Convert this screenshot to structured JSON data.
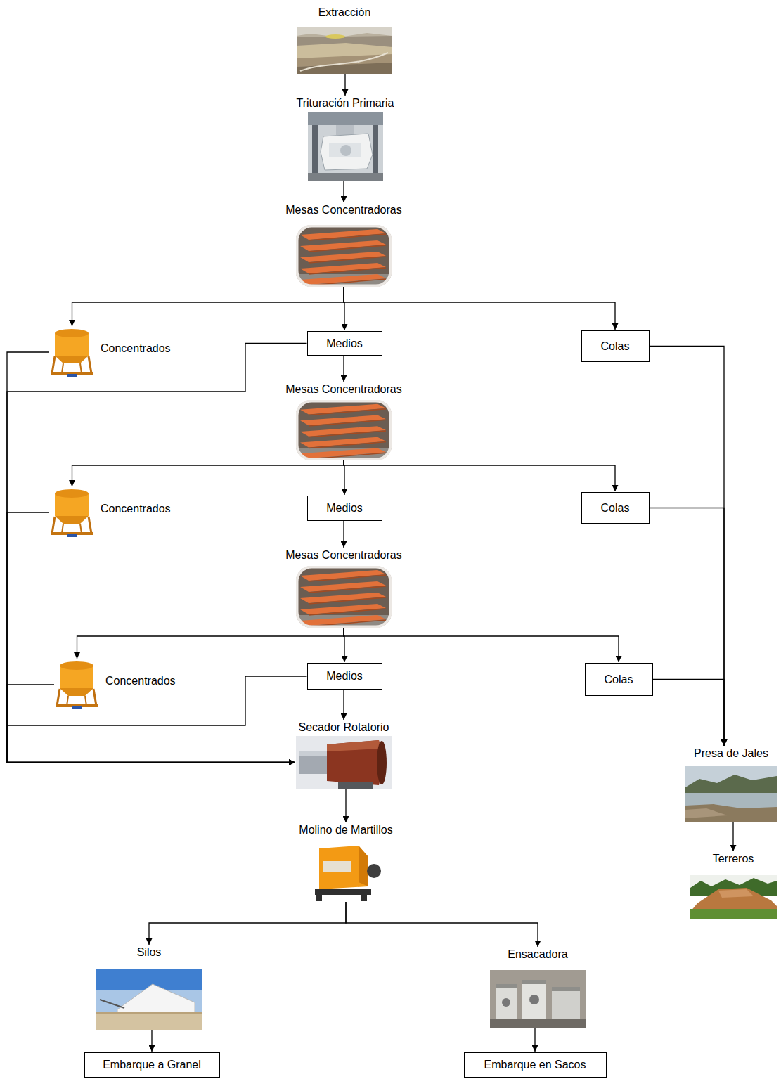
{
  "diagram": {
    "nodes": [
      {
        "text": [
          "Extracción"
        ]
      },
      {
        "text": [
          "Trituración Primaria"
        ]
      },
      {
        "text": [
          "Mesas Concentradoras"
        ]
      },
      {
        "text": [
          "Concentrados"
        ]
      },
      {
        "text": [
          "Medios"
        ]
      },
      {
        "text": [
          "Colas"
        ]
      },
      {
        "text": [
          "Mesas Concentradoras"
        ]
      },
      {
        "text": [
          "Concentrados"
        ]
      },
      {
        "text": [
          "Medios"
        ]
      },
      {
        "text": [
          "Colas"
        ]
      },
      {
        "text": [
          "Mesas Concentradoras"
        ]
      },
      {
        "text": [
          "Concentrados"
        ]
      },
      {
        "text": [
          "Medios"
        ]
      },
      {
        "text": [
          "Colas"
        ]
      },
      {
        "text": [
          "Secador Rotatorio"
        ]
      },
      {
        "text": [
          "Presa de Jales"
        ]
      },
      {
        "text": [
          "Molino de Martillos"
        ]
      },
      {
        "text": [
          "Terreros"
        ]
      },
      {
        "text": [
          "Silos"
        ]
      },
      {
        "text": [
          "Ensacadora"
        ]
      },
      {
        "text": [
          "Embarque a Granel"
        ]
      },
      {
        "text": [
          "Embarque en Sacos"
        ]
      }
    ],
    "edges": [
      {
        "from": 0,
        "to": 1,
        "arrow": "to"
      },
      {
        "from": 1,
        "to": 2,
        "arrow": "to"
      },
      {
        "from": 2,
        "to": 3,
        "arrow": "to"
      },
      {
        "from": 2,
        "to": 4,
        "arrow": "to"
      },
      {
        "from": 2,
        "to": 5,
        "arrow": "to"
      },
      {
        "from": 4,
        "to": 6,
        "arrow": "to"
      },
      {
        "from": 6,
        "to": 7,
        "arrow": "to"
      },
      {
        "from": 6,
        "to": 8,
        "arrow": "to"
      },
      {
        "from": 6,
        "to": 9,
        "arrow": "to"
      },
      {
        "from": 8,
        "to": 10,
        "arrow": "to"
      },
      {
        "from": 10,
        "to": 11,
        "arrow": "to"
      },
      {
        "from": 10,
        "to": 12,
        "arrow": "to"
      },
      {
        "from": 10,
        "to": 13,
        "arrow": "to"
      },
      {
        "from": 12,
        "to": 14,
        "arrow": "to"
      },
      {
        "from": 3,
        "to": 14,
        "arrow": "to"
      },
      {
        "from": 4,
        "to": 14,
        "arrow": "to"
      },
      {
        "from": 7,
        "to": 14,
        "arrow": "to"
      },
      {
        "from": 11,
        "to": 14,
        "arrow": "to"
      },
      {
        "from": 5,
        "to": 15,
        "arrow": "to"
      },
      {
        "from": 9,
        "to": 15,
        "arrow": "to"
      },
      {
        "from": 13,
        "to": 15,
        "arrow": "to"
      },
      {
        "from": 14,
        "to": 16,
        "arrow": "to"
      },
      {
        "from": 15,
        "to": 17,
        "arrow": "to"
      },
      {
        "from": 16,
        "to": 18,
        "arrow": "to"
      },
      {
        "from": 16,
        "to": 19,
        "arrow": "to"
      },
      {
        "from": 18,
        "to": 20,
        "arrow": "to"
      },
      {
        "from": 19,
        "to": 21,
        "arrow": "to"
      }
    ]
  }
}
